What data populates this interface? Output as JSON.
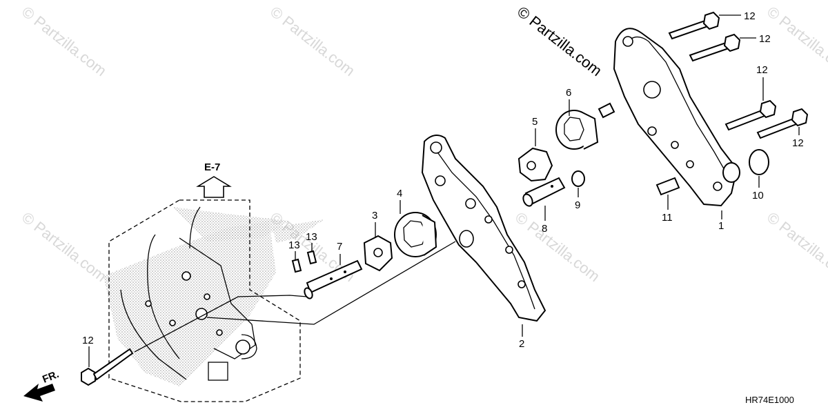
{
  "watermark": "© Partzilla.com",
  "copyright": "© Partzilla.com",
  "reference_label": "E-7",
  "front_label": "FR.",
  "diagram_code": "HR74E1000",
  "callouts": {
    "p1": "1",
    "p2": "2",
    "p3": "3",
    "p4": "4",
    "p5": "5",
    "p6": "6",
    "p7": "7",
    "p8": "8",
    "p9": "9",
    "p10": "10",
    "p11": "11",
    "p12a": "12",
    "p12b": "12",
    "p12c": "12",
    "p12d": "12",
    "p12e": "12",
    "p13a": "13",
    "p13b": "13"
  }
}
